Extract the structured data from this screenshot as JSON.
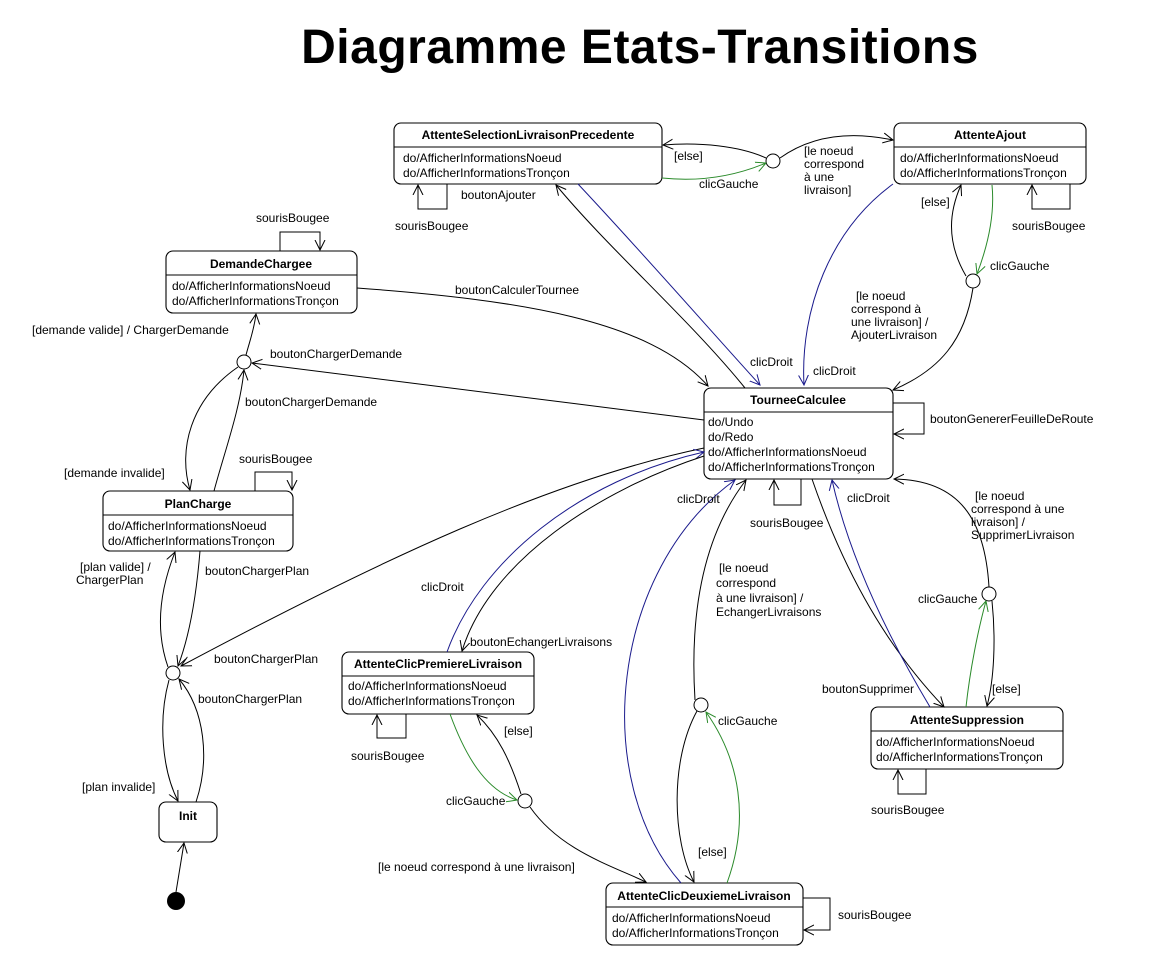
{
  "title": "Diagramme Etats-Transitions",
  "states": {
    "attente_selection": {
      "name": "AttenteSelectionLivraisonPrecedente",
      "activities": [
        "do/AfficherInformationsNoeud",
        "do/AfficherInformationsTronçon"
      ]
    },
    "attente_ajout": {
      "name": "AttenteAjout",
      "activities": [
        "do/AfficherInformationsNoeud",
        "do/AfficherInformationsTronçon"
      ]
    },
    "demande_chargee": {
      "name": "DemandeChargee",
      "activities": [
        "do/AfficherInformationsNoeud",
        "do/AfficherInformationsTronçon"
      ]
    },
    "tournee_calculee": {
      "name": "TourneeCalculee",
      "activities": [
        "do/Undo",
        "do/Redo",
        "do/AfficherInformationsNoeud",
        "do/AfficherInformationsTronçon"
      ]
    },
    "plan_charge": {
      "name": "PlanCharge",
      "activities": [
        "do/AfficherInformationsNoeud",
        "do/AfficherInformationsTronçon"
      ]
    },
    "attente_premiere": {
      "name": "AttenteClicPremiereLivraison",
      "activities": [
        "do/AfficherInformationsNoeud",
        "do/AfficherInformationsTronçon"
      ]
    },
    "attente_suppression": {
      "name": "AttenteSuppression",
      "activities": [
        "do/AfficherInformationsNoeud",
        "do/AfficherInformationsTronçon"
      ]
    },
    "attente_deuxieme": {
      "name": "AttenteClicDeuxiemeLivraison",
      "activities": [
        "do/AfficherInformationsNoeud",
        "do/AfficherInformationsTronçon"
      ]
    },
    "init": {
      "name": "Init"
    }
  },
  "labels": {
    "else_top": "[else]",
    "clicgauche_top": "clicGauche",
    "noeud_top": [
      "[le noeud",
      "correspond",
      "à une",
      "livraison]"
    ],
    "boutonajouter": "boutonAjouter",
    "sourisbougee_sel": "sourisBougee",
    "else_ajout": "[else]",
    "clicgauche_ajout": "clicGauche",
    "sourisbougee_ajout": "sourisBougee",
    "ajouterlivraison": [
      "[le noeud",
      "correspond à",
      "une livraison] /",
      "AjouterLivraison"
    ],
    "sourisbougee_demande": "sourisBougee",
    "boutoncalculertournee": "boutonCalculerTournee",
    "demande_valide": "[demande valide] / ChargerDemande",
    "boutonchargerdemande_1": "boutonChargerDemande",
    "boutonchargerdemande_2": "boutonChargerDemande",
    "clicdroit_1": "clicDroit",
    "clicdroit_2": "clicDroit",
    "boutongenerer": "boutonGenererFeuilleDeRoute",
    "demande_invalide": "[demande invalide]",
    "sourisbougee_plan": "sourisBougee",
    "clicdroit_3": "clicDroit",
    "sourisbougee_tournee": "sourisBougee",
    "clicdroit_4": "clicDroit",
    "supprimerlivraison": [
      "[le noeud",
      "correspond à une",
      "livraison] /",
      "SupprimerLivraison"
    ],
    "plan_valide": [
      "[plan valide] /",
      "ChargerPlan"
    ],
    "boutonchargerplan_1": "boutonChargerPlan",
    "echangerlivraisons": [
      "[le noeud",
      "correspond",
      "à une livraison] /",
      "EchangerLivraisons"
    ],
    "clicdroit_5": "clicDroit",
    "clicgauche_supp": "clicGauche",
    "boutonechanger": "boutonEchangerLivraisons",
    "boutonchargerplan_2": "boutonChargerPlan",
    "boutonchargerplan_3": "boutonChargerPlan",
    "boutonsupprimer": "boutonSupprimer",
    "else_supp": "[else]",
    "clicgauche_deux": "clicGauche",
    "else_prem": "[else]",
    "sourisbougee_prem": "sourisBougee",
    "sourisbougee_supp": "sourisBougee",
    "plan_invalide": "[plan invalide]",
    "clicgauche_prem": "clicGauche",
    "else_deux": "[else]",
    "noeud_prem": "[le noeud correspond à une livraison]",
    "sourisbougee_deux": "sourisBougee"
  }
}
